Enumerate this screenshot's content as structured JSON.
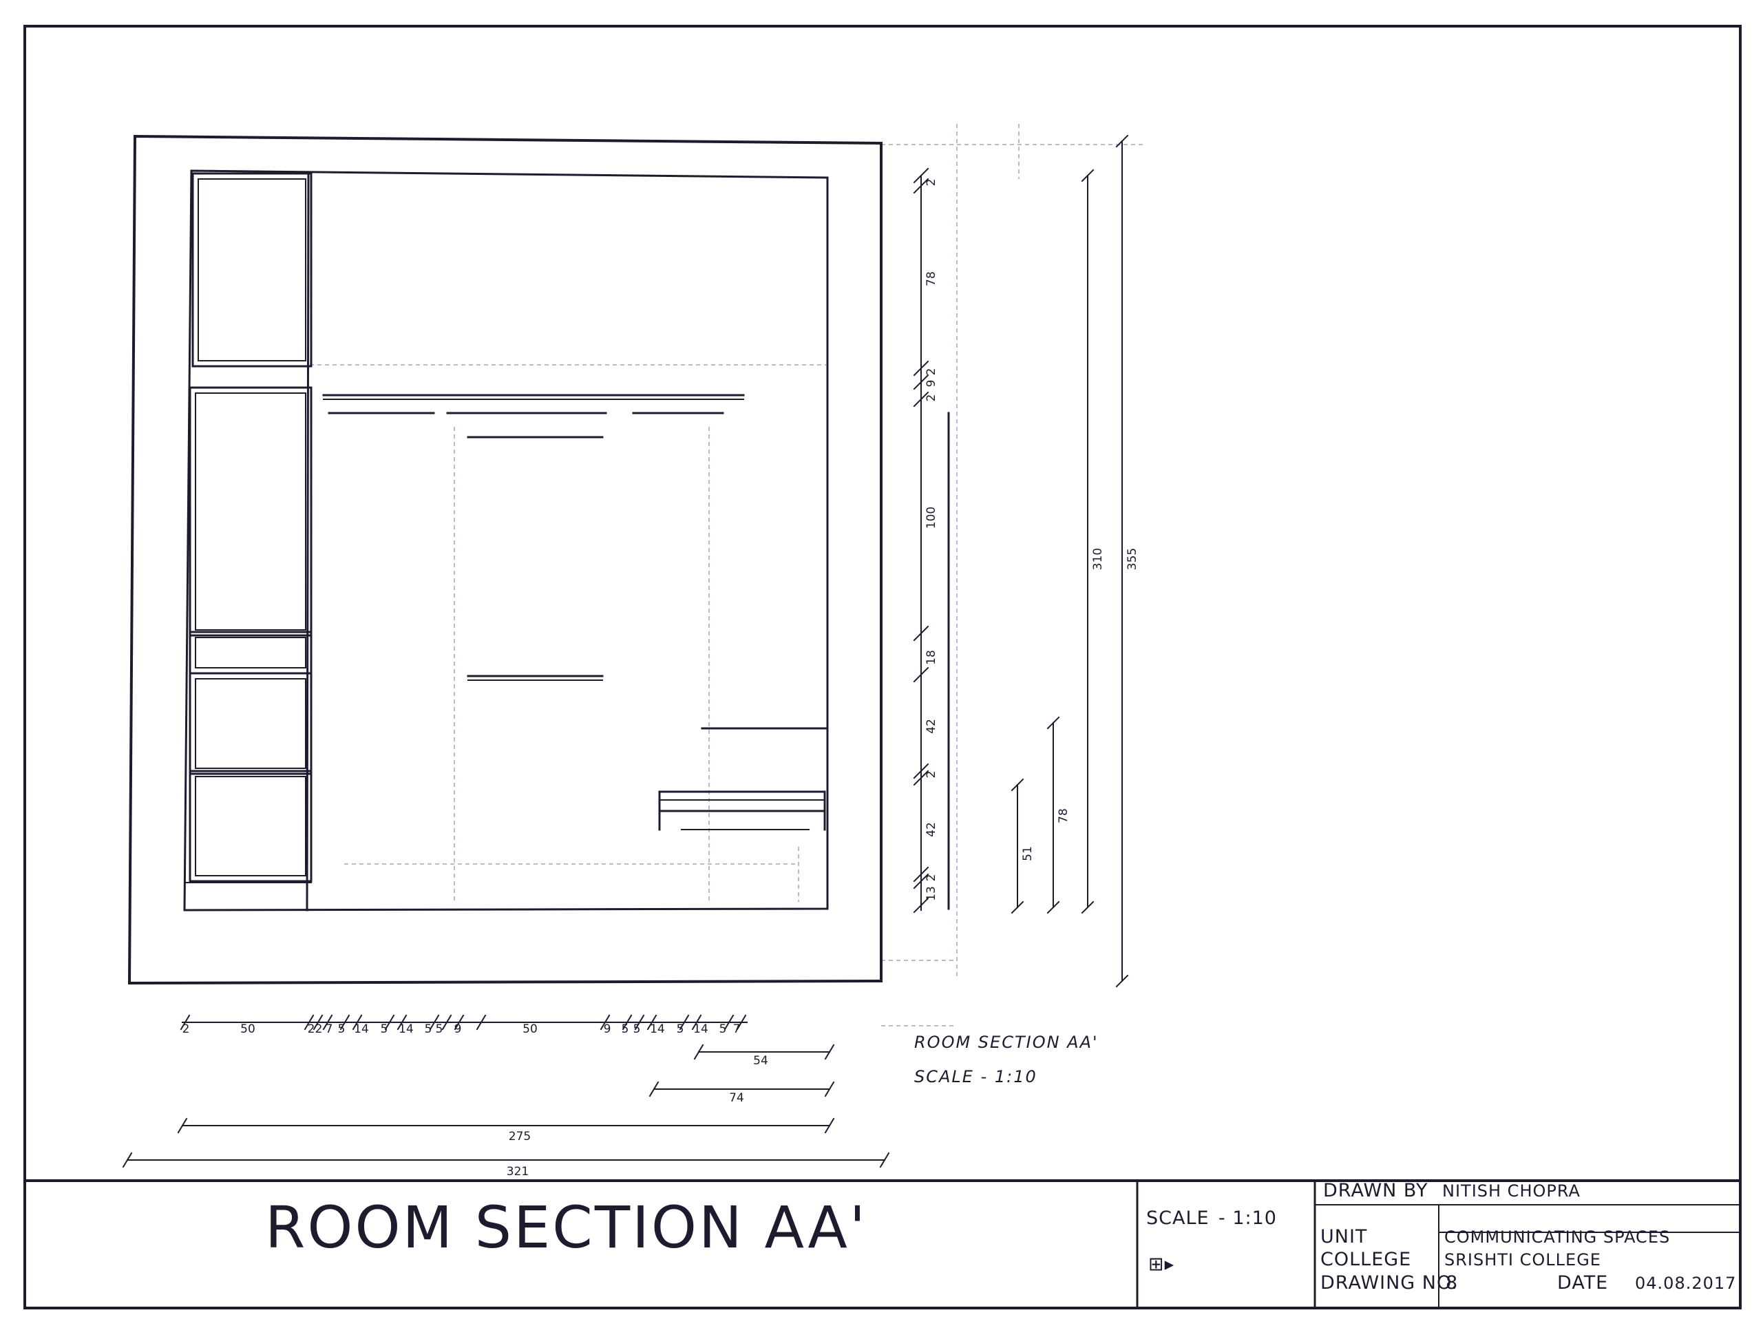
{
  "drawing": {
    "note_title": "ROOM SECTION AA'",
    "note_scale": "SCALE - 1:10",
    "top_dimensions": [
      "2",
      "50",
      "2",
      "2",
      "7",
      "5",
      "14",
      "5",
      "14",
      "5",
      "5",
      "9",
      "50",
      "9",
      "5",
      "5",
      "14",
      "5",
      "14",
      "5",
      "7"
    ],
    "horizontal_dimensions": [
      "54",
      "74",
      "275",
      "321"
    ],
    "vertical_dimensions_inner": [
      "2",
      "78",
      "2",
      "9",
      "2",
      "100",
      "18",
      "42",
      "2",
      "42",
      "2",
      "13"
    ],
    "vertical_dimensions_outer": [
      "51",
      "78",
      "310",
      "355"
    ]
  },
  "title_block": {
    "title": "ROOM SECTION AA'",
    "scale_label": "SCALE",
    "scale_value": "- 1:10",
    "projection_symbol": "⊞▸",
    "drawn_by_label": "DRAWN BY",
    "drawn_by_value": "NITISH CHOPRA",
    "unit_label": "UNIT",
    "unit_value": "COMMUNICATING SPACES",
    "college_label": "COLLEGE",
    "college_value": "SRISHTI COLLEGE",
    "drawing_no_label": "DRAWING NO.",
    "drawing_no_value": "8",
    "date_label": "DATE",
    "date_value": "04.08.2017"
  }
}
